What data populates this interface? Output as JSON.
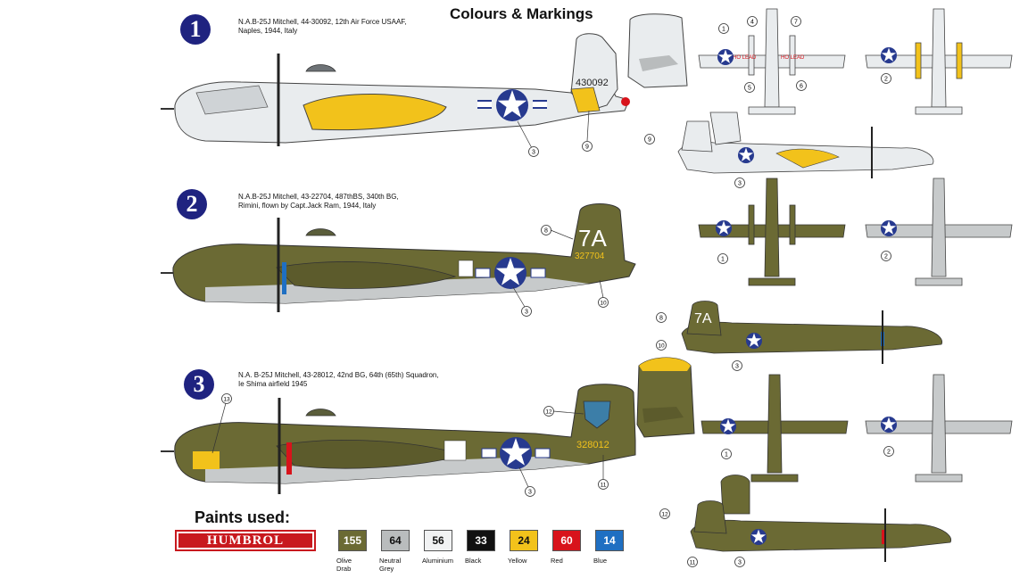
{
  "title": "Colours & Markings",
  "schemes": [
    {
      "number": "1",
      "caption_line1": "N.A.B-25J Mitchell, 44-30092, 12th Air Force USAAF,",
      "caption_line2": "Naples, 1944, Italy",
      "serial": "430092"
    },
    {
      "number": "2",
      "caption_line1": "N.A.B-25J Mitchell, 43-22704, 487thBS, 340th BG,",
      "caption_line2": "Rimini, flown by Capt.Jack Ram, 1944, Italy",
      "tail_code": "7A",
      "serial": "327704"
    },
    {
      "number": "3",
      "caption_line1": "N.A. B-25J Mitchell, 43-28012, 42nd BG, 64th (65th) Squadron,",
      "caption_line2": "Ie Shima airfield 1945",
      "serial": "328012"
    }
  ],
  "callouts": {
    "c1": "1",
    "c2": "2",
    "c3": "3",
    "c4": "4",
    "c5": "5",
    "c6": "6",
    "c7": "7",
    "c8": "8",
    "c9": "9",
    "c10": "10",
    "c11": "11",
    "c12": "12",
    "c13": "13"
  },
  "paints": {
    "title": "Paints used:",
    "brand": "HUMBROL",
    "items": [
      {
        "code": "155",
        "name_line1": "Olive",
        "name_line2": "Drab",
        "color": "#6b6a34",
        "text_color": "#ffffff"
      },
      {
        "code": "64",
        "name_line1": "Neutral",
        "name_line2": "Grey",
        "color": "#b9bcbd",
        "text_color": "#111111"
      },
      {
        "code": "56",
        "name_line1": "Aluminium",
        "name_line2": "",
        "color": "#f1f2f3",
        "text_color": "#111111"
      },
      {
        "code": "33",
        "name_line1": "Black",
        "name_line2": "",
        "color": "#111111",
        "text_color": "#ffffff"
      },
      {
        "code": "24",
        "name_line1": "Yellow",
        "name_line2": "",
        "color": "#f2c21b",
        "text_color": "#111111"
      },
      {
        "code": "60",
        "name_line1": "Red",
        "name_line2": "",
        "color": "#d8131b",
        "text_color": "#ffffff"
      },
      {
        "code": "14",
        "name_line1": "Blue",
        "name_line2": "",
        "color": "#1f6fc2",
        "text_color": "#ffffff"
      }
    ]
  },
  "colors": {
    "olive": "#6b6a34",
    "grey": "#c7cacb",
    "aluminium": "#e9ecee",
    "yellow": "#f2c21b",
    "insignia_blue": "#273a8f",
    "red": "#d8131b",
    "blue": "#1f6fc2"
  }
}
